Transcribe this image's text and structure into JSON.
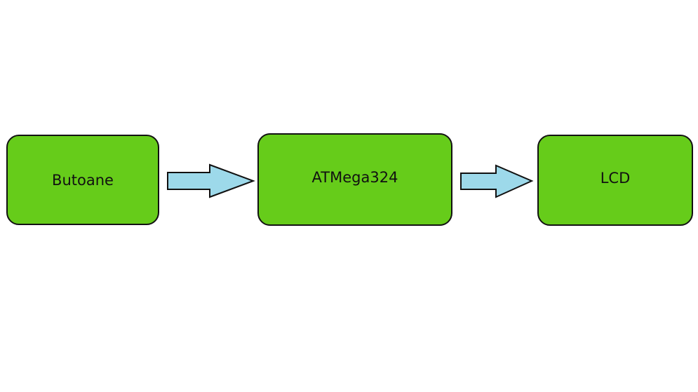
{
  "colors": {
    "block_fill": "#66cc1a",
    "arrow_fill": "#9dd9ea",
    "outline": "#111111"
  },
  "blocks": [
    {
      "id": "buttons",
      "label": "Butoane"
    },
    {
      "id": "mcu",
      "label": "ATMega324"
    },
    {
      "id": "lcd",
      "label": "LCD"
    }
  ],
  "arrows": [
    {
      "from": "Butoane",
      "to": "ATMega324",
      "icon": "right-arrow-icon"
    },
    {
      "from": "ATMega324",
      "to": "LCD",
      "icon": "right-arrow-icon"
    }
  ]
}
